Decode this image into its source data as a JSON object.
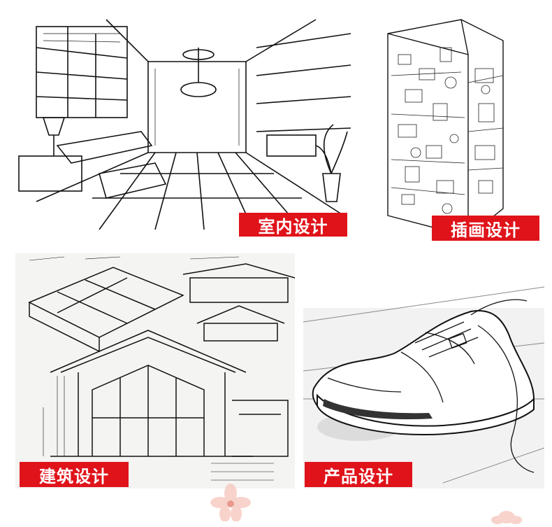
{
  "accent_color": "#e0131a",
  "panels": [
    {
      "id": "interior",
      "label": "室内设计",
      "icon": "interior-room-sketch"
    },
    {
      "id": "illustration",
      "label": "插画设计",
      "icon": "illustrated-tower-sketch"
    },
    {
      "id": "architecture",
      "label": "建筑设计",
      "icon": "architecture-house-sketch"
    },
    {
      "id": "product",
      "label": "产品设计",
      "icon": "sneaker-sketch"
    }
  ]
}
